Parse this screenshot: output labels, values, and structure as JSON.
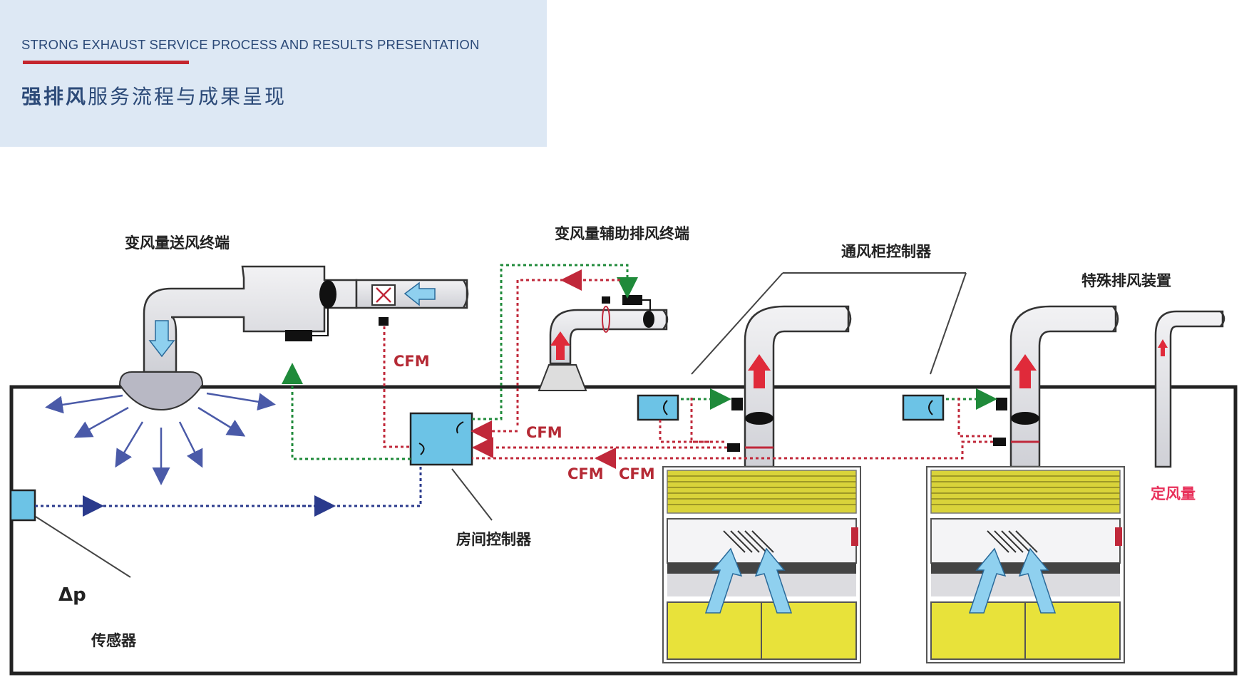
{
  "header": {
    "en_title": "STRONG EXHAUST  SERVICE PROCESS AND RESULTS PRESENTATION",
    "cn_title_bold": "强排风",
    "cn_title_rest": "服务流程与成果呈现"
  },
  "diagram": {
    "labels": {
      "supply_terminal": "变风量送风终端",
      "aux_exhaust_terminal": "变风量辅助排风终端",
      "hood_controller": "通风柜控制器",
      "special_exhaust": "特殊排风装置",
      "constant_volume": "定风量",
      "room_controller": "房间控制器",
      "sensor": "传感器",
      "delta_p": "Δp"
    },
    "cfm": {
      "c1": "CFM",
      "c2": "CFM",
      "c3": "CFM",
      "c4": "CFM"
    },
    "colors": {
      "signal_green": "#1f8a3a",
      "signal_red": "#c0283a",
      "signal_blue": "#2a3a8c",
      "controller_fill": "#6cc3e6",
      "hood_yellow": "#e8e23a",
      "duct_fill": "#dcdde2"
    }
  }
}
